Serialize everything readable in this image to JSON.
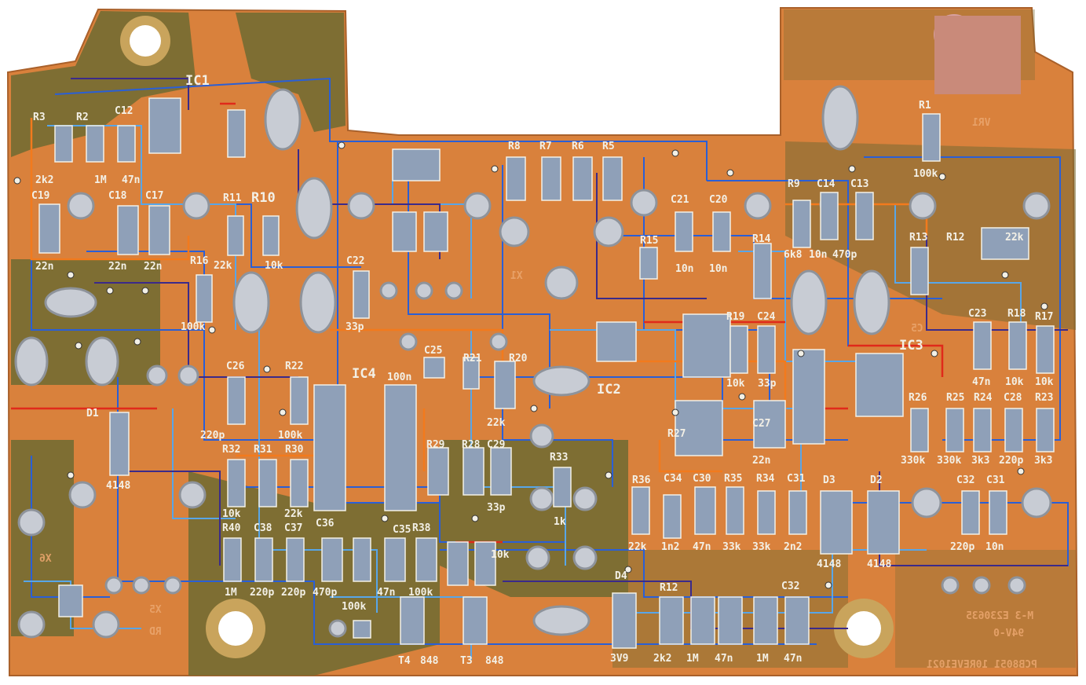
{
  "colors": {
    "substrate": "#d9813c",
    "ground_fill": "#7a6d33",
    "copper_dark": "#b8672e",
    "silkscreen": "#f3f0e6",
    "trace_blue": "#2a5fd6",
    "trace_lightblue": "#58a6e8",
    "trace_purple": "#3b2a8a",
    "trace_red": "#e02a1a",
    "trace_orange": "#f27a1d",
    "pad_silver": "#c8ccd4"
  },
  "labels": [
    {
      "id": "ic1",
      "text": "IC1",
      "cls": "big"
    },
    {
      "id": "r3",
      "text": "R3"
    },
    {
      "id": "r2",
      "text": "R2"
    },
    {
      "id": "c12",
      "text": "C12"
    },
    {
      "id": "r2_val",
      "text": "2k2"
    },
    {
      "id": "r2b_val",
      "text": "1M"
    },
    {
      "id": "c12_val",
      "text": "47n"
    },
    {
      "id": "c19",
      "text": "C19"
    },
    {
      "id": "c18",
      "text": "C18"
    },
    {
      "id": "c17",
      "text": "C17"
    },
    {
      "id": "r11",
      "text": "R11"
    },
    {
      "id": "r10",
      "text": "R10",
      "cls": "big"
    },
    {
      "id": "c19_val",
      "text": "22n"
    },
    {
      "id": "c18_val",
      "text": "22n"
    },
    {
      "id": "c17_val",
      "text": "22n"
    },
    {
      "id": "r11_val",
      "text": "22k"
    },
    {
      "id": "r10_val",
      "text": "10k"
    },
    {
      "id": "r16",
      "text": "R16"
    },
    {
      "id": "r16_val",
      "text": "100k"
    },
    {
      "id": "c22",
      "text": "C22"
    },
    {
      "id": "c22_val",
      "text": "33p"
    },
    {
      "id": "r8",
      "text": "R8"
    },
    {
      "id": "r7",
      "text": "R7"
    },
    {
      "id": "r6",
      "text": "R6"
    },
    {
      "id": "r5",
      "text": "R5"
    },
    {
      "id": "c21",
      "text": "C21"
    },
    {
      "id": "c20",
      "text": "C20"
    },
    {
      "id": "r15",
      "text": "R15"
    },
    {
      "id": "c21_val",
      "text": "10n"
    },
    {
      "id": "c20_val",
      "text": "10n"
    },
    {
      "id": "r14",
      "text": "R14"
    },
    {
      "id": "r9",
      "text": "R9"
    },
    {
      "id": "c14",
      "text": "C14"
    },
    {
      "id": "c13",
      "text": "C13"
    },
    {
      "id": "r1",
      "text": "R1"
    },
    {
      "id": "r1_val",
      "text": "100k"
    },
    {
      "id": "r13",
      "text": "R13"
    },
    {
      "id": "r12",
      "text": "R12"
    },
    {
      "id": "r12_val",
      "text": "22k"
    },
    {
      "id": "c14_val",
      "text": "6k8"
    },
    {
      "id": "c13_val",
      "text": "470p"
    },
    {
      "id": "c9_val",
      "text": "10n"
    },
    {
      "id": "c23",
      "text": "C23"
    },
    {
      "id": "r18",
      "text": "R18"
    },
    {
      "id": "r17",
      "text": "R17"
    },
    {
      "id": "c23_val",
      "text": "47n"
    },
    {
      "id": "r18_val",
      "text": "10k"
    },
    {
      "id": "r17_val",
      "text": "10k"
    },
    {
      "id": "ic3",
      "text": "IC3"
    },
    {
      "id": "r19",
      "text": "R19"
    },
    {
      "id": "c24",
      "text": "C24"
    },
    {
      "id": "r19_val",
      "text": "10k"
    },
    {
      "id": "c24_val",
      "text": "33p"
    },
    {
      "id": "ic2",
      "text": "IC2",
      "cls": "big"
    },
    {
      "id": "c25",
      "text": "C25"
    },
    {
      "id": "r21",
      "text": "R21"
    },
    {
      "id": "r20",
      "text": "R20"
    },
    {
      "id": "ic4",
      "text": "IC4",
      "cls": "big"
    },
    {
      "id": "c25_val",
      "text": "100n"
    },
    {
      "id": "c26",
      "text": "C26"
    },
    {
      "id": "r22",
      "text": "R22"
    },
    {
      "id": "c26_val",
      "text": "220p"
    },
    {
      "id": "r22_val",
      "text": "100k"
    },
    {
      "id": "d1",
      "text": "D1"
    },
    {
      "id": "d1_val",
      "text": "4148"
    },
    {
      "id": "r20_val",
      "text": "22k"
    },
    {
      "id": "r27",
      "text": "R27"
    },
    {
      "id": "c27",
      "text": "C27"
    },
    {
      "id": "c27_val",
      "text": "22n"
    },
    {
      "id": "r26",
      "text": "R26"
    },
    {
      "id": "r25",
      "text": "R25"
    },
    {
      "id": "r24",
      "text": "R24"
    },
    {
      "id": "c28",
      "text": "C28"
    },
    {
      "id": "r23",
      "text": "R23"
    },
    {
      "id": "r26_val",
      "text": "330k"
    },
    {
      "id": "r25_val",
      "text": "330k"
    },
    {
      "id": "r24_val",
      "text": "3k3"
    },
    {
      "id": "c28_val",
      "text": "220p"
    },
    {
      "id": "r23_val",
      "text": "3k3"
    },
    {
      "id": "r32",
      "text": "R32"
    },
    {
      "id": "r31",
      "text": "R31"
    },
    {
      "id": "r30",
      "text": "R30"
    },
    {
      "id": "r29",
      "text": "R29"
    },
    {
      "id": "r28",
      "text": "R28"
    },
    {
      "id": "c29",
      "text": "C29"
    },
    {
      "id": "r32_val",
      "text": "10k"
    },
    {
      "id": "r30_val",
      "text": "22k"
    },
    {
      "id": "c29_val",
      "text": "33p"
    },
    {
      "id": "r33",
      "text": "R33"
    },
    {
      "id": "r33_val",
      "text": "1k"
    },
    {
      "id": "r36",
      "text": "R36"
    },
    {
      "id": "c34",
      "text": "C34"
    },
    {
      "id": "c30",
      "text": "C30"
    },
    {
      "id": "r35",
      "text": "R35"
    },
    {
      "id": "r34",
      "text": "R34"
    },
    {
      "id": "c31b",
      "text": "C31"
    },
    {
      "id": "d3",
      "text": "D3"
    },
    {
      "id": "d2",
      "text": "D2"
    },
    {
      "id": "c32",
      "text": "C32"
    },
    {
      "id": "c31",
      "text": "C31"
    },
    {
      "id": "r36_val",
      "text": "22k"
    },
    {
      "id": "c34_val",
      "text": "1n2"
    },
    {
      "id": "c30_val",
      "text": "47n"
    },
    {
      "id": "r35_val",
      "text": "33k"
    },
    {
      "id": "r34_val",
      "text": "33k"
    },
    {
      "id": "c31b_val",
      "text": "2n2"
    },
    {
      "id": "d3_val",
      "text": "4148"
    },
    {
      "id": "d2_val",
      "text": "4148"
    },
    {
      "id": "c32_val",
      "text": "220p"
    },
    {
      "id": "c31_val",
      "text": "10n"
    },
    {
      "id": "r40",
      "text": "R40"
    },
    {
      "id": "c38",
      "text": "C38"
    },
    {
      "id": "c37",
      "text": "C37"
    },
    {
      "id": "c36",
      "text": "C36"
    },
    {
      "id": "c35",
      "text": "C35"
    },
    {
      "id": "r38",
      "text": "R38"
    },
    {
      "id": "r40_val",
      "text": "1M"
    },
    {
      "id": "c38_val",
      "text": "220p"
    },
    {
      "id": "c37_val",
      "text": "220p"
    },
    {
      "id": "c36_val",
      "text": "470p"
    },
    {
      "id": "c35_val",
      "text": "47n"
    },
    {
      "id": "r38_val",
      "text": "100k"
    },
    {
      "id": "r37_val",
      "text": "10k"
    },
    {
      "id": "r39_val",
      "text": "100k"
    },
    {
      "id": "d4",
      "text": "D4"
    },
    {
      "id": "r42",
      "text": "R12"
    },
    {
      "id": "c33",
      "text": "C32"
    },
    {
      "id": "t4",
      "text": "T4"
    },
    {
      "id": "t4_val",
      "text": "848"
    },
    {
      "id": "t3",
      "text": "T3"
    },
    {
      "id": "t3_val",
      "text": "848"
    },
    {
      "id": "d4_val",
      "text": "3V9"
    },
    {
      "id": "r42_val",
      "text": "2k2"
    },
    {
      "id": "r43_val",
      "text": "1M"
    },
    {
      "id": "c40_val",
      "text": "47n"
    },
    {
      "id": "r41_val",
      "text": "1M"
    },
    {
      "id": "c33_val",
      "text": "47n"
    },
    {
      "id": "vr1",
      "text": "VR1",
      "cls": "mirror"
    },
    {
      "id": "x5",
      "text": "X5",
      "cls": "mirror"
    },
    {
      "id": "rd",
      "text": "RD",
      "cls": "mirror"
    },
    {
      "id": "x6",
      "text": "X6",
      "cls": "mirror"
    },
    {
      "id": "c5m",
      "text": "C5",
      "cls": "mirror"
    },
    {
      "id": "x1m",
      "text": "X1",
      "cls": "mirror"
    },
    {
      "id": "code1",
      "text": "M-3 E230635",
      "cls": "mirror"
    },
    {
      "id": "code2",
      "text": "94V-0",
      "cls": "mirror"
    },
    {
      "id": "code3",
      "text": "PCB8051 10REVE1021",
      "cls": "mirror"
    }
  ]
}
